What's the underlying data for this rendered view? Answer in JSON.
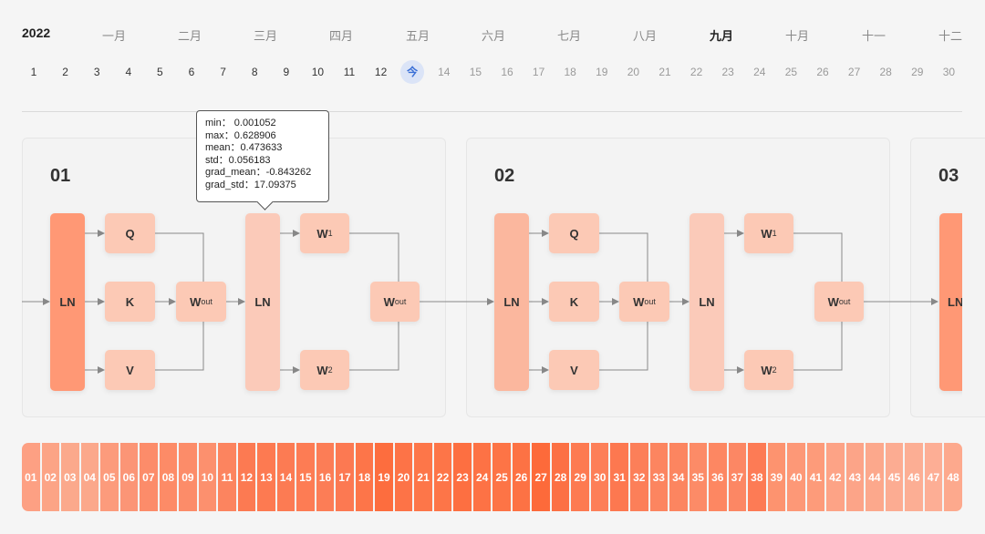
{
  "timeline": {
    "year": "2022",
    "months": [
      "一月",
      "二月",
      "三月",
      "四月",
      "五月",
      "六月",
      "七月",
      "八月",
      "九月",
      "十月",
      "十一",
      "十二"
    ],
    "active_month": "九月",
    "days": [
      "1",
      "2",
      "3",
      "4",
      "5",
      "6",
      "7",
      "8",
      "9",
      "10",
      "11",
      "12",
      "今",
      "14",
      "15",
      "16",
      "17",
      "18",
      "19",
      "20",
      "21",
      "22",
      "23",
      "24",
      "25",
      "26",
      "27",
      "28",
      "29",
      "30"
    ],
    "today_label": "今"
  },
  "blocks": [
    {
      "num": "01"
    },
    {
      "num": "02"
    },
    {
      "num": "03"
    }
  ],
  "nodes": {
    "ln": "LN",
    "q": "Q",
    "k": "K",
    "v": "V",
    "w_main": "W",
    "w_out_sub": "out",
    "w1_sub": "1",
    "w2_sub": "2"
  },
  "tooltip": {
    "min": "min：  0.001052",
    "max": "max：0.628906",
    "mean": "mean：0.473633",
    "std": "std：0.056183",
    "grad_mean": "grad_mean：-0.843262",
    "grad_std": "grad_std：17.09375"
  },
  "layers": [
    "01",
    "02",
    "03",
    "04",
    "05",
    "06",
    "07",
    "08",
    "09",
    "10",
    "11",
    "12",
    "13",
    "14",
    "15",
    "16",
    "17",
    "18",
    "19",
    "20",
    "21",
    "22",
    "23",
    "24",
    "25",
    "26",
    "27",
    "28",
    "29",
    "30",
    "31",
    "32",
    "33",
    "34",
    "35",
    "36",
    "37",
    "38",
    "39",
    "40",
    "41",
    "42",
    "43",
    "44",
    "45",
    "46",
    "47",
    "48"
  ],
  "layer_colors": [
    "#fda083",
    "#fca486",
    "#fba98c",
    "#fba88b",
    "#fc9b7c",
    "#fb9576",
    "#fc8c6a",
    "#fd8b67",
    "#fc8c69",
    "#fc906e",
    "#fc845f",
    "#fc7a52",
    "#fd7a51",
    "#fc7b53",
    "#fd7c54",
    "#fc7d56",
    "#fc7952",
    "#fd7549",
    "#fd6d3e",
    "#fd7347",
    "#fd7649",
    "#fd7548",
    "#fd6f41",
    "#fd7245",
    "#fd7446",
    "#fd7244",
    "#fd6a3a",
    "#fc7044",
    "#fd7a51",
    "#fd7f58",
    "#fd7850",
    "#fc7f59",
    "#fc8560",
    "#fc8560",
    "#fc8b67",
    "#fd8762",
    "#fc8764",
    "#fd7b55",
    "#fd936f",
    "#fd9877",
    "#fd9b7a",
    "#fda386",
    "#fca488",
    "#fca88c",
    "#fcac92",
    "#fcae94",
    "#fdae95",
    "#fda98d"
  ]
}
